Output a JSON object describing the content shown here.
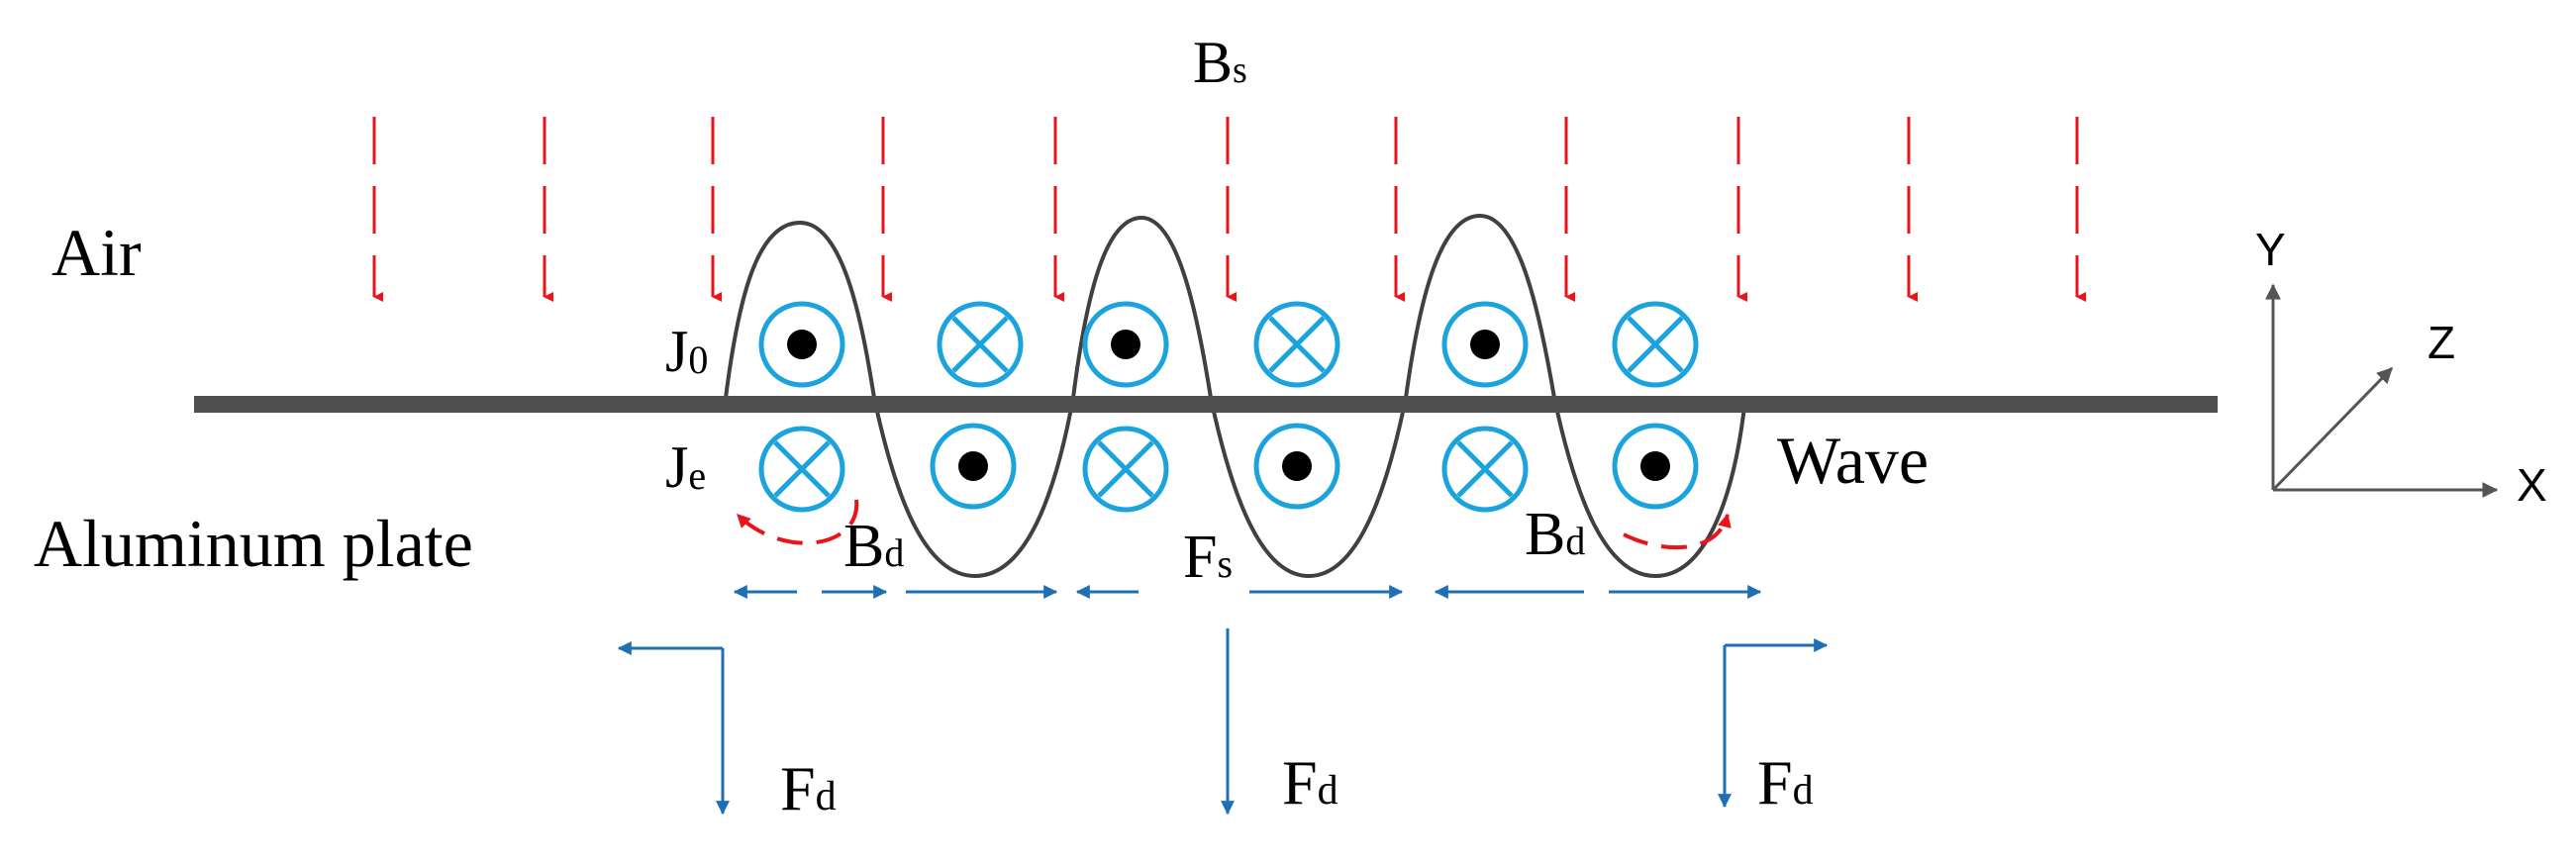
{
  "labels": {
    "field_main": "B",
    "field_main_sub": "s",
    "air": "Air",
    "plate": "Aluminum plate",
    "source_current": "J",
    "source_current_sub": "0",
    "eddy_current": "J",
    "eddy_current_sub": "e",
    "wave": "Wave",
    "field_disturb_left": "B",
    "field_disturb_left_sub": "d",
    "field_disturb_right": "B",
    "field_disturb_right_sub": "d",
    "force_static": "F",
    "force_static_sub": "s",
    "force_dyn_left": "F",
    "force_dyn_left_sub": "d",
    "force_dyn_mid": "F",
    "force_dyn_mid_sub": "d",
    "force_dyn_right": "F",
    "force_dyn_right_sub": "d"
  },
  "axes": {
    "y": "Y",
    "z": "Z",
    "x": "X"
  },
  "colors": {
    "field_arrows": "#e8141a",
    "current_symbols": "#1aa3dc",
    "force_arrows": "#1f6fb5",
    "plate": "#505050",
    "wave": "#404040",
    "axis": "#555555",
    "text": "#000000"
  },
  "upper_row_symbols": [
    "out-of-page",
    "into-page",
    "out-of-page",
    "into-page",
    "out-of-page",
    "into-page"
  ],
  "lower_row_symbols": [
    "into-page",
    "out-of-page",
    "into-page",
    "out-of-page",
    "into-page",
    "out-of-page"
  ]
}
